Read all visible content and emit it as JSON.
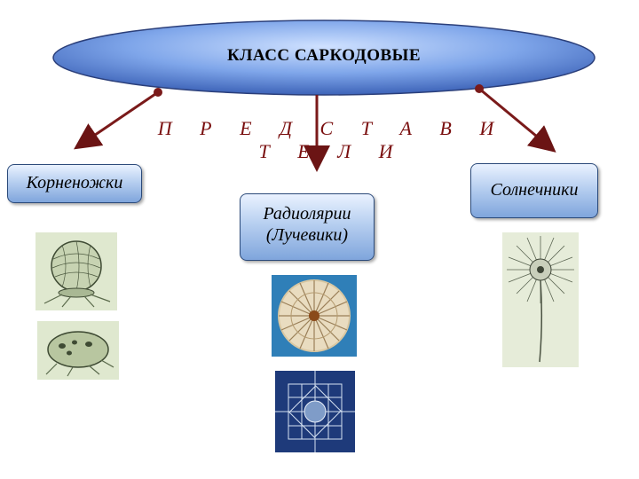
{
  "class_title": "КЛАСС САРКОДОВЫЕ",
  "representatives_heading": "П Р Е Д  С Т А В И Т Е Л И",
  "groups": [
    {
      "lines": [
        "Корненожки"
      ]
    },
    {
      "lines": [
        "Радиолярии",
        "(Лучевики)"
      ]
    },
    {
      "lines": [
        "Солнечники"
      ]
    }
  ],
  "colors": {
    "oval_fill": "#4f7fd6",
    "arrow": "#7a1a1a",
    "box_border": "#2b4a7a"
  }
}
